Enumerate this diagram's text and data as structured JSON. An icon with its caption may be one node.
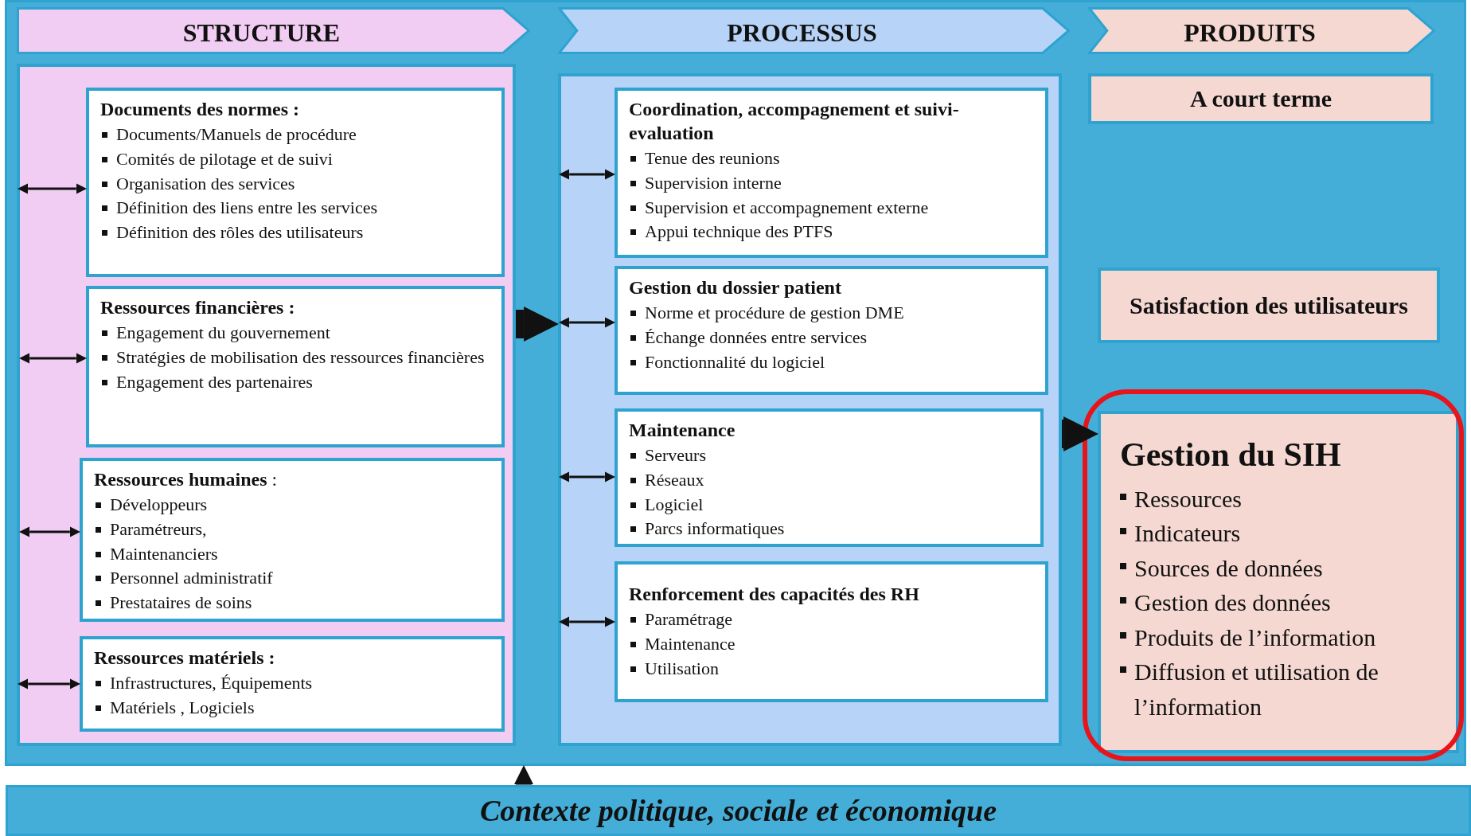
{
  "diagram": {
    "nodes": [
      {
        "text": [],
        "shape": "box"
      },
      {
        "text": [
          "STRUCTURE"
        ],
        "in": 0
      },
      {
        "text": [],
        "shape": "box",
        "in": 0
      },
      {
        "text": [
          "Documents des normes :",
          "Documents/Manuels de procédure",
          "Comités de pilotage et de suivi",
          "Organisation des services",
          "Définition des liens entre les services",
          "Définition des rôles des utilisateurs"
        ],
        "in": 2
      },
      {
        "text": [
          "Ressources financières :",
          "Engagement du gouvernement",
          "Stratégies de mobilisation des ressources financières",
          "Engagement des partenaires"
        ],
        "in": 2
      },
      {
        "text": [
          "**Ressources humaines** :",
          "Développeurs",
          "Paramétreurs,",
          "Maintenanciers",
          "Personnel administratif",
          "Prestataires de soins"
        ],
        "in": 2
      },
      {
        "text": [
          "Ressources matériels :",
          "Infrastructures, Équipements",
          "Matériels , Logiciels"
        ],
        "in": 2
      },
      {
        "text": [
          "PROCESSUS"
        ],
        "in": 0
      },
      {
        "text": [],
        "shape": "box",
        "in": 0
      },
      {
        "text": [
          "Coordination, accompagnement et suivi-evaluation",
          "Tenue des reunions",
          "Supervision interne",
          "Supervision et accompagnement externe",
          "Appui technique des PTFS"
        ],
        "in": 8
      },
      {
        "text": [
          "Gestion du dossier patient",
          "Norme et procédure de gestion  DME",
          "Échange  données entre services",
          "Fonctionnalité du logiciel"
        ],
        "in": 8
      },
      {
        "text": [
          "Maintenance",
          "Serveurs",
          "Réseaux",
          "Logiciel",
          "Parcs informatiques"
        ],
        "in": 8
      },
      {
        "text": [
          "Renforcement des capacités des RH",
          "Paramétrage",
          "Maintenance",
          "Utilisation"
        ],
        "in": 8
      },
      {
        "text": [
          "PRODUITS"
        ],
        "in": 0
      },
      {
        "text": [
          "A court terme"
        ],
        "in": 0
      },
      {
        "text": [
          "Satisfaction des utilisateurs"
        ],
        "in": 0
      },
      {
        "text": [
          "Gestion du SIH",
          "Ressources",
          "Indicateurs",
          "Sources de données",
          "Gestion des données",
          "Produits de l’information",
          "Diffusion et utilisation de l’information"
        ],
        "in": 0
      },
      {
        "text": [
          "Contexte politique, sociale et économique"
        ]
      }
    ],
    "edges": [
      {
        "from": null,
        "to": 3,
        "arrow": "both"
      },
      {
        "from": null,
        "to": 4,
        "arrow": "both"
      },
      {
        "from": null,
        "to": 5,
        "arrow": "both"
      },
      {
        "from": null,
        "to": 6,
        "arrow": "both"
      },
      {
        "from": 2,
        "to": 8,
        "arrow": "to",
        "style": "thick"
      },
      {
        "from": null,
        "to": 9,
        "arrow": "both"
      },
      {
        "from": null,
        "to": 10,
        "arrow": "both"
      },
      {
        "from": null,
        "to": 11,
        "arrow": "both"
      },
      {
        "from": null,
        "to": 12,
        "arrow": "both"
      },
      {
        "from": 8,
        "to": 16,
        "arrow": "to",
        "style": "thick"
      },
      {
        "from": 17,
        "to": 0,
        "arrow": "to",
        "style": "thick"
      }
    ]
  }
}
